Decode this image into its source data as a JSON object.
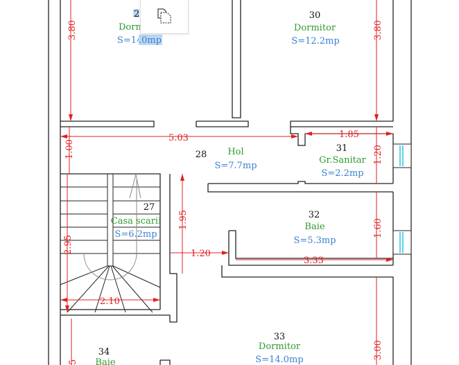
{
  "colors": {
    "dimension": "#e02020",
    "room_name": "#2e9a2e",
    "room_area": "#3a7fd0",
    "window_glass": "#27c6e6",
    "selection": "#bcd7f3"
  },
  "rooms": [
    {
      "number": "2",
      "name": "Dorm",
      "area_prefix": "S=14",
      "area_selected": ".0mp"
    },
    {
      "number": "30",
      "name": "Dormitor",
      "area": "S=12.2mp"
    },
    {
      "number": "28",
      "name": "Hol",
      "area": "S=7.7mp"
    },
    {
      "number": "31",
      "name": "Gr.Sanitar",
      "area": "S=2.2mp"
    },
    {
      "number": "27",
      "name": "Casa scarii",
      "area": "S=6.2mp"
    },
    {
      "number": "32",
      "name": "Baie",
      "area": "S=5.3mp"
    },
    {
      "number": "33",
      "name": "Dormitor",
      "area": "S=14.0mp"
    },
    {
      "number": "34",
      "name": "Baie"
    }
  ],
  "dimensions": [
    "3.80",
    "3.80",
    "5.03",
    "1.00",
    "1.85",
    "1.20",
    "1.95",
    "2.95",
    "1.60",
    "1.20",
    "3.33",
    "2.10",
    "3.00",
    "5"
  ],
  "popup": {
    "icon": "copy-icon"
  }
}
